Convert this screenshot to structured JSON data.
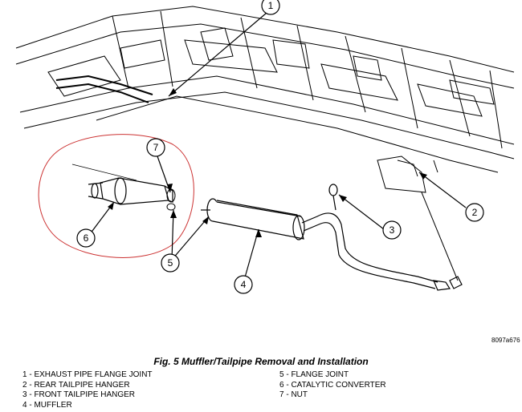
{
  "figure": {
    "code": "8097a676",
    "caption": "Fig. 5 Muffler/Tailpipe Removal and Installation"
  },
  "callouts": [
    "1",
    "2",
    "3",
    "4",
    "5",
    "6",
    "7"
  ],
  "legend_left": [
    "1 - EXHAUST PIPE FLANGE JOINT",
    "2 - REAR TAILPIPE HANGER",
    "3 - FRONT TAILPIPE HANGER",
    "4 - MUFFLER"
  ],
  "legend_right": [
    "5 - FLANGE JOINT",
    "6 - CATALYTIC CONVERTER",
    "7 - NUT"
  ],
  "colors": {
    "line": "#000000",
    "highlight_circle": "#cc3333",
    "background": "#ffffff"
  }
}
